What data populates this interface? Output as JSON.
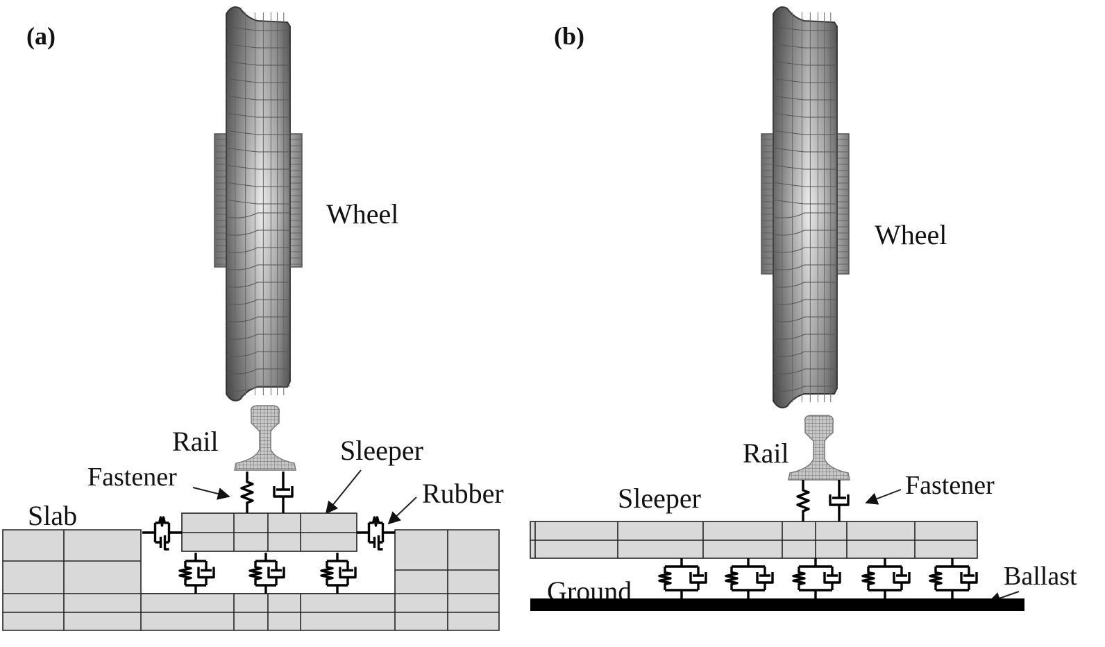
{
  "figure": {
    "panels": [
      {
        "id": "a",
        "label": "(a)",
        "title": "Slab track model",
        "components": {
          "wheel": "Wheel",
          "rail": "Rail",
          "fastener": "Fastener",
          "sleeper": "Sleeper",
          "rubber": "Rubber",
          "slab": "Slab"
        },
        "support_units_below_sleeper": 3,
        "rubber_units_side": 2
      },
      {
        "id": "b",
        "label": "(b)",
        "title": "Ballasted track model",
        "components": {
          "wheel": "Wheel",
          "rail": "Rail",
          "fastener": "Fastener",
          "sleeper": "Sleeper",
          "ground": "Ground",
          "ballast": "Ballast"
        },
        "ballast_units": 5
      }
    ],
    "colors": {
      "mesh_fill": "#d9d9d9",
      "line": "#222222",
      "ground_bar": "#000000"
    }
  }
}
